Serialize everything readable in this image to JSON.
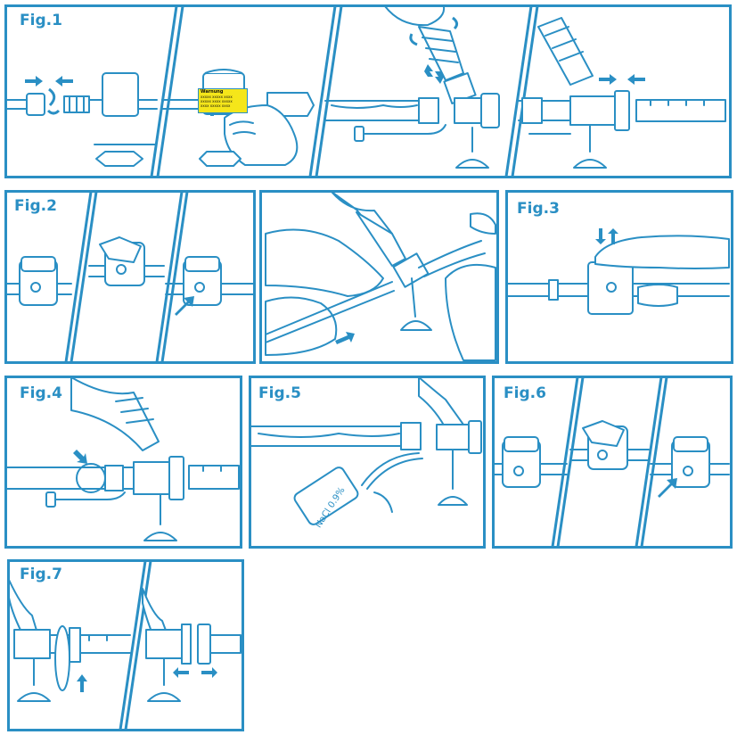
{
  "figures": {
    "fig1": "Fig.1",
    "fig2": "Fig.2",
    "fig3": "Fig.3",
    "fig4": "Fig.4",
    "fig5": "Fig.5",
    "fig6": "Fig.6",
    "fig7": "Fig.7"
  },
  "label_warning": {
    "title": "Warnung",
    "lines": [
      "xxxxx xxxxx xxxx",
      "xxxxx xxxx xxxxx",
      "xxxx xxxxx xxxx"
    ]
  },
  "bottle_label": "NaCl 0.9%",
  "colors": {
    "line": "#2a8fc4",
    "label_yellow": "#f5e61a",
    "background": "#ffffff"
  },
  "icons": [
    "arrow-icon",
    "rotate-arrow-icon",
    "double-arrow-icon"
  ]
}
